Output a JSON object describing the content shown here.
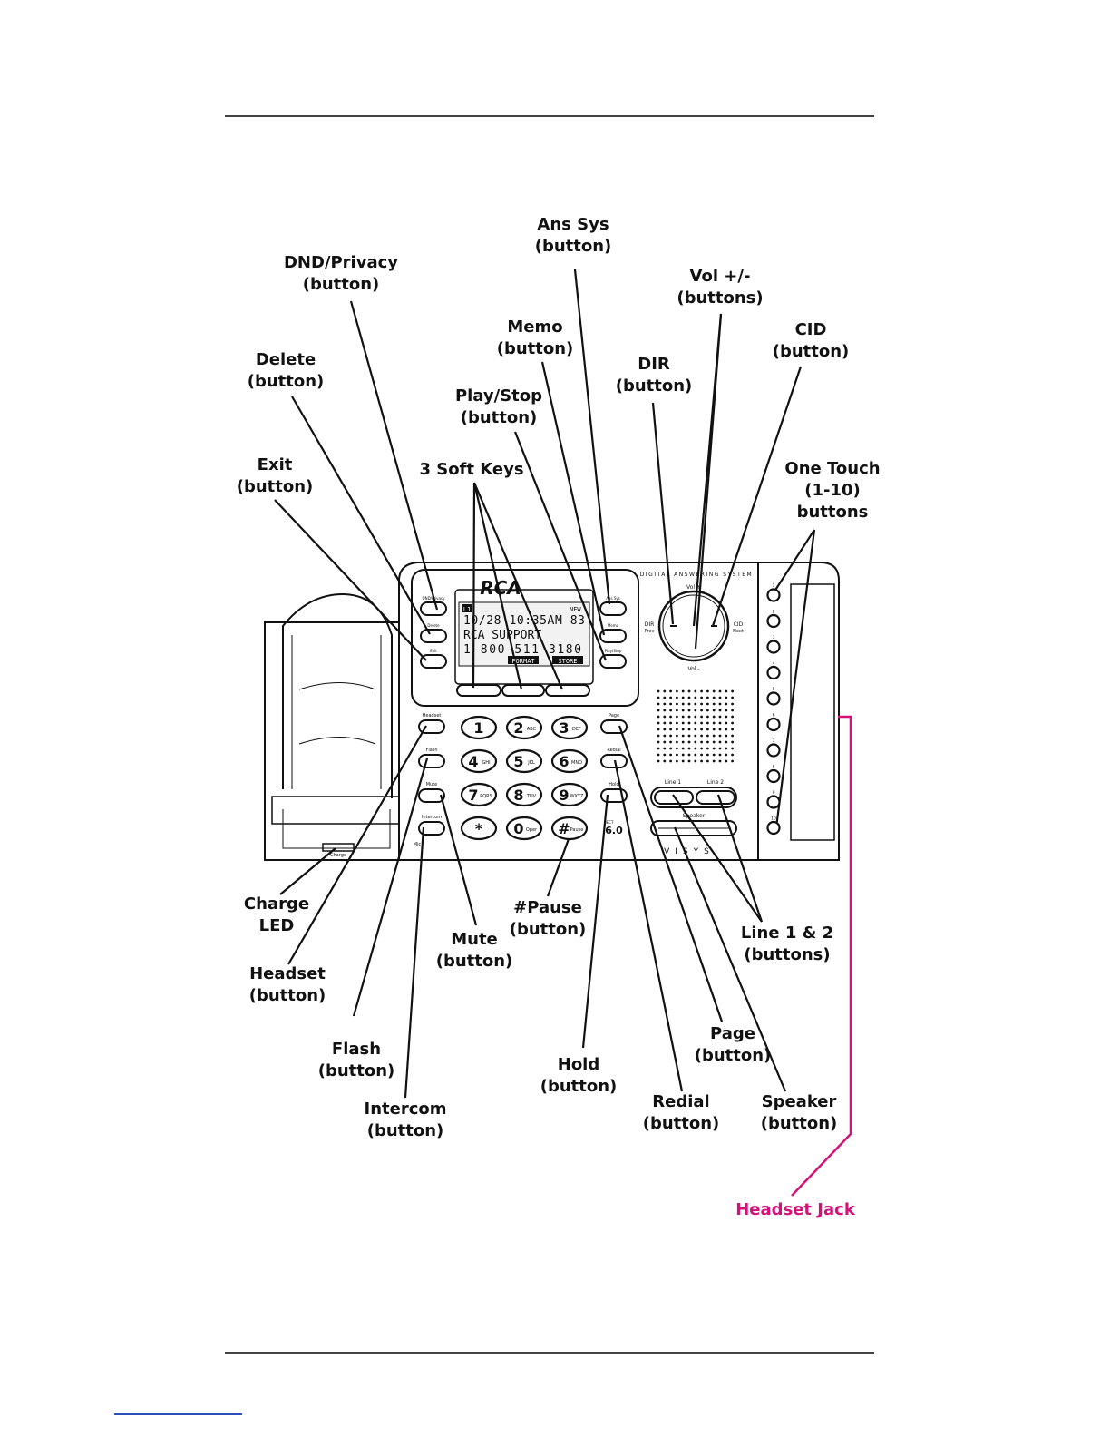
{
  "callouts": {
    "ans_sys": [
      "Ans Sys",
      "(button)"
    ],
    "dnd_privacy": [
      "DND/Privacy",
      "(button)"
    ],
    "vol": [
      "Vol +/-",
      "(buttons)"
    ],
    "memo": [
      "Memo",
      "(button)"
    ],
    "cid": [
      "CID",
      "(button)"
    ],
    "delete": [
      "Delete",
      "(button)"
    ],
    "dir": [
      "DIR",
      "(button)"
    ],
    "play_stop": [
      "Play/Stop",
      "(button)"
    ],
    "exit": [
      "Exit",
      "(button)"
    ],
    "soft_keys": [
      "3 Soft Keys"
    ],
    "one_touch": [
      "One Touch",
      "(1-10)",
      "buttons"
    ],
    "charge_led": [
      "Charge",
      "LED"
    ],
    "pause": [
      "#Pause",
      "(button)"
    ],
    "mute": [
      "Mute",
      "(button)"
    ],
    "line12": [
      "Line 1 & 2",
      "(buttons)"
    ],
    "headset": [
      "Headset",
      "(button)"
    ],
    "flash": [
      "Flash",
      "(button)"
    ],
    "page": [
      "Page",
      "(button)"
    ],
    "hold": [
      "Hold",
      "(button)"
    ],
    "intercom": [
      "Intercom",
      "(button)"
    ],
    "redial": [
      "Redial",
      "(button)"
    ],
    "speaker": [
      "Speaker",
      "(button)"
    ],
    "headset_jack": [
      "Headset Jack"
    ]
  },
  "device": {
    "brand": "RCA",
    "system_label": "DIGITAL ANSWERING SYSTEM",
    "model_label": "VISYS",
    "dect_label": "DECT",
    "dect_version": "6.0",
    "charge_label": "Charge",
    "vol_plus": "Vol +",
    "vol_minus": "Vol -",
    "dir_label": "DIR",
    "prev_label": "Prev",
    "cid_label": "CID",
    "next_label": "Next",
    "left_buttons": [
      "DND/Privacy",
      "Delete",
      "Exit"
    ],
    "right_buttons": [
      "Ans Sys",
      "Memo",
      "Play/Stop"
    ],
    "side_left_buttons": [
      "Headset",
      "Flash",
      "Mute",
      "Intercom"
    ],
    "side_right_buttons": [
      "Page",
      "Redial",
      "Hold"
    ],
    "mic_label": "Mic",
    "line1": "Line 1",
    "line2": "Line 2",
    "speaker_label": "Speaker",
    "keypad": [
      {
        "digit": "1",
        "letters": ""
      },
      {
        "digit": "2",
        "letters": "ABC"
      },
      {
        "digit": "3",
        "letters": "DEF"
      },
      {
        "digit": "4",
        "letters": "GHI"
      },
      {
        "digit": "5",
        "letters": "JKL"
      },
      {
        "digit": "6",
        "letters": "MNO"
      },
      {
        "digit": "7",
        "letters": "PQRS"
      },
      {
        "digit": "8",
        "letters": "TUV"
      },
      {
        "digit": "9",
        "letters": "WXYZ"
      },
      {
        "digit": "*",
        "letters": ""
      },
      {
        "digit": "0",
        "letters": "Oper"
      },
      {
        "digit": "#",
        "letters": "Pause"
      }
    ],
    "one_touch_numbers": [
      "1",
      "2",
      "3",
      "4",
      "5",
      "6",
      "7",
      "8",
      "9",
      "10"
    ]
  },
  "lcd": {
    "line_badge": "L1",
    "new_label": "NEW",
    "row1": "10/28 10:35AM 83",
    "row2": "RCA SUPPORT",
    "row3": "1-800-511-3180",
    "soft_left": "FORMAT",
    "soft_right": "STORE"
  },
  "colors": {
    "ink": "#111111",
    "accent": "#d4127a"
  }
}
